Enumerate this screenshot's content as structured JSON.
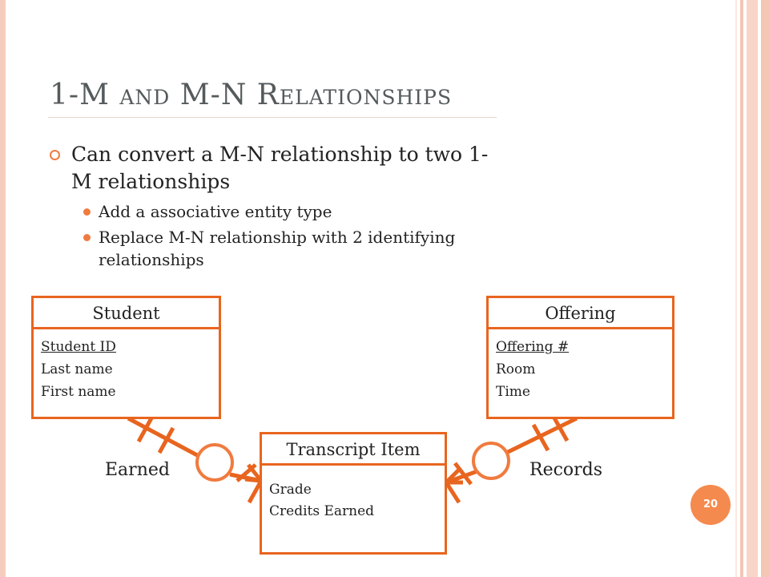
{
  "slide": {
    "title": "1-M and M-N Relationships",
    "number": "20"
  },
  "bullets": [
    {
      "text": "Can convert a M-N relationship to two 1-M relationships",
      "sub": [
        "Add a associative entity type",
        "Replace M-N relationship with 2 identifying relationships"
      ]
    }
  ],
  "diagram": {
    "entities": {
      "student": {
        "name": "Student",
        "attrs": [
          "Student ID",
          "Last name",
          "First name"
        ]
      },
      "offering": {
        "name": "Offering",
        "attrs": [
          "Offering #",
          "Room",
          "Time"
        ]
      },
      "transcript": {
        "name": "Transcript Item",
        "attrs": [
          "Grade",
          "Credits Earned"
        ]
      }
    },
    "relationships": {
      "earned": "Earned",
      "records": "Records"
    }
  },
  "colors": {
    "accent": "#e8651f",
    "title": "#555a5c",
    "badge": "#f58a4e"
  }
}
